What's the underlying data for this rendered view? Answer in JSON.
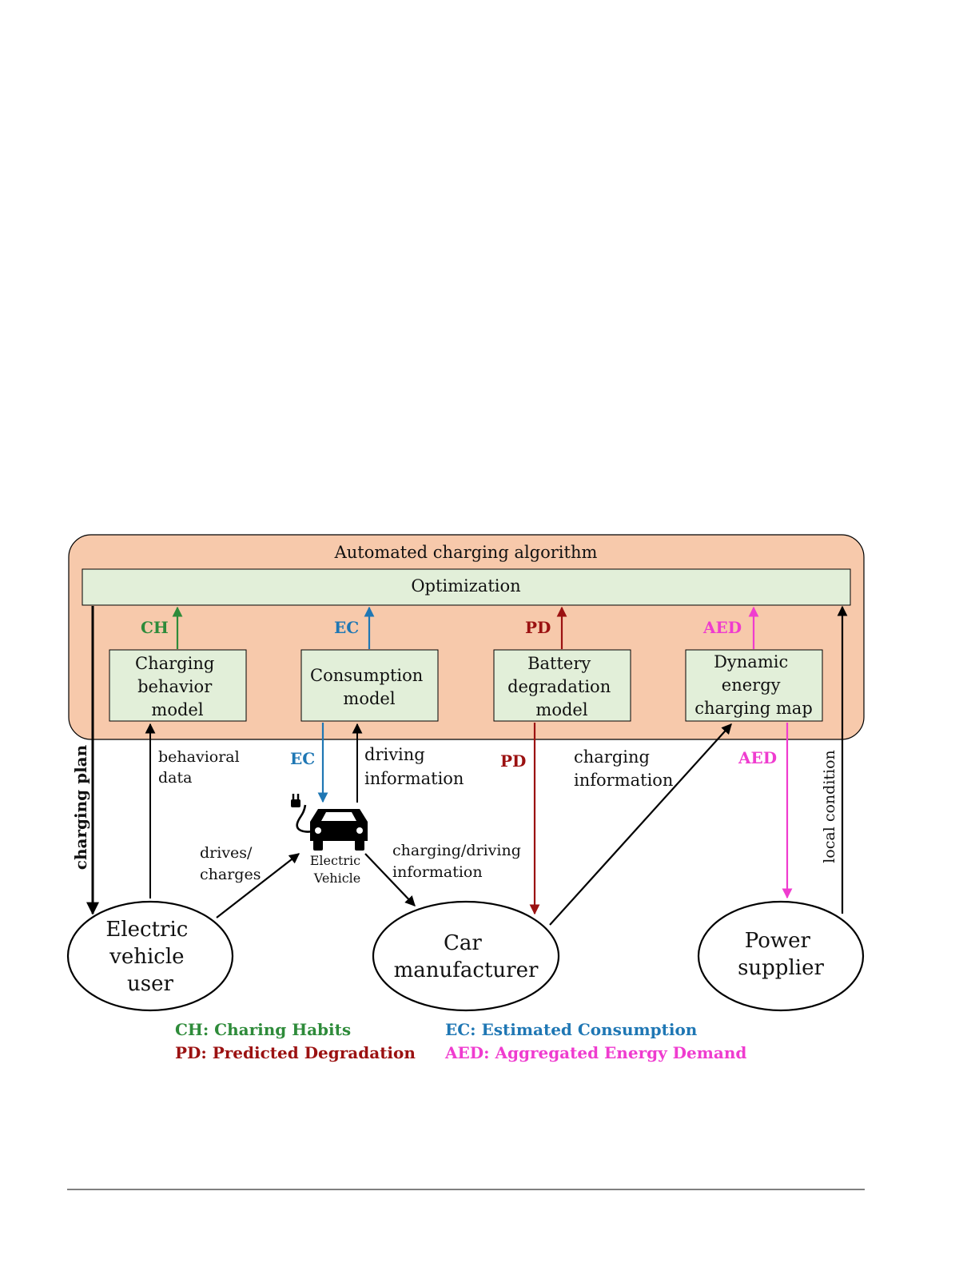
{
  "colors": {
    "outer_fill": "#f7c9ab",
    "box_fill": "#e2efd9",
    "stroke": "#000000",
    "ch": "#2e8b3a",
    "ec": "#1f77b4",
    "pd": "#9b1111",
    "aed": "#ef3ccf"
  },
  "algorithm": {
    "title": "Automated charging algorithm",
    "optimization": "Optimization"
  },
  "models": {
    "charging_behavior": [
      "Charging",
      "behavior",
      "model"
    ],
    "consumption": [
      "Consumption",
      "model"
    ],
    "battery_degradation": [
      "Battery",
      "degradation",
      "model"
    ],
    "energy_map": [
      "Dynamic",
      "energy",
      "charging map"
    ]
  },
  "outputs": {
    "ch": "CH",
    "ec": "EC",
    "pd": "PD",
    "aed": "AED"
  },
  "actors": {
    "ev_user": [
      "Electric",
      "vehicle",
      "user"
    ],
    "car_manufacturer": [
      "Car",
      "manufacturer"
    ],
    "power_supplier": [
      "Power",
      "supplier"
    ]
  },
  "vehicle": {
    "icon": "ev-car-icon",
    "label": [
      "Electric",
      "Vehicle"
    ]
  },
  "edge_labels": {
    "charging_plan": "charging plan",
    "behavioral_data": [
      "behavioral",
      "data"
    ],
    "ec_down": "EC",
    "driving_information": [
      "driving",
      "information"
    ],
    "drives_charges": [
      "drives/",
      "charges"
    ],
    "charging_driving_information": [
      "charging/driving",
      "information"
    ],
    "pd_down": "PD",
    "charging_information": [
      "charging",
      "information"
    ],
    "aed_down": "AED",
    "local_condition": "local condition"
  },
  "legend": {
    "ch": "CH: Charing Habits",
    "ec": "EC: Estimated Consumption",
    "pd": "PD: Predicted Degradation",
    "aed": "AED: Aggregated Energy Demand"
  }
}
